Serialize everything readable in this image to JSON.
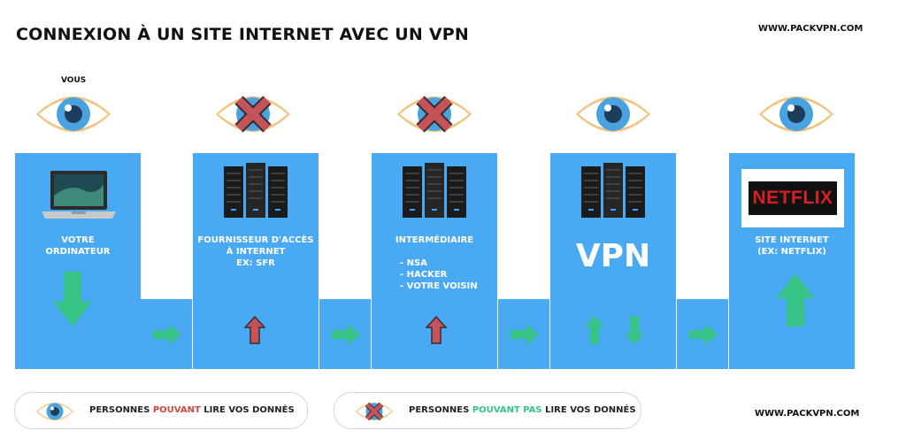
{
  "header": {
    "title": "CONNEXION À UN SITE INTERNET AVEC UN VPN",
    "site_top": "WWW.PACKVPN.COM",
    "site_bottom": "WWW.PACKVPN.COM"
  },
  "vous_label": "VOUS",
  "panels": [
    {
      "label": "VOTRE\nORDINATEUR",
      "eye": "eye-open-icon",
      "device": "laptop-icon",
      "arrow": "arrow-down-icon"
    },
    {
      "label": "FOURNISSEUR D'ACCÈS\nÀ INTERNET\nEX: SFR",
      "eye": "eye-crossed-icon",
      "device": "server-icon",
      "arrow": "arrow-up-red-icon"
    },
    {
      "label": "INTERMÉDIAIRE",
      "list": "- NSA\n- HACKER\n- VOTRE VOISIN",
      "eye": "eye-crossed-icon",
      "device": "server-icon",
      "arrow": "arrow-up-red-icon"
    },
    {
      "label": "VPN",
      "eye": "eye-open-icon",
      "device": "server-icon",
      "arrow": "arrows-up-down-icon"
    },
    {
      "label": "SITE INTERNET\n(EX: NETFLIX)",
      "logo": "NETFLIX",
      "eye": "eye-open-icon",
      "arrow": "arrow-up-icon"
    }
  ],
  "legend": [
    {
      "prefix": "PERSONNES ",
      "highlight": "POUVANT",
      "suffix": " LIRE VOS DONNÉS",
      "icon": "eye-open-icon"
    },
    {
      "prefix": "PERSONNES ",
      "highlight": "POUVANT PAS",
      "suffix": " LIRE VOS DONNÉS",
      "icon": "eye-crossed-icon"
    }
  ],
  "colors": {
    "panel_blue": "#4aa9f3",
    "arrow_green": "#37c486",
    "arrow_red": "#c4545a",
    "netflix_red": "#d81f26",
    "highlight_red": "#d0473f",
    "highlight_green": "#37c486"
  }
}
